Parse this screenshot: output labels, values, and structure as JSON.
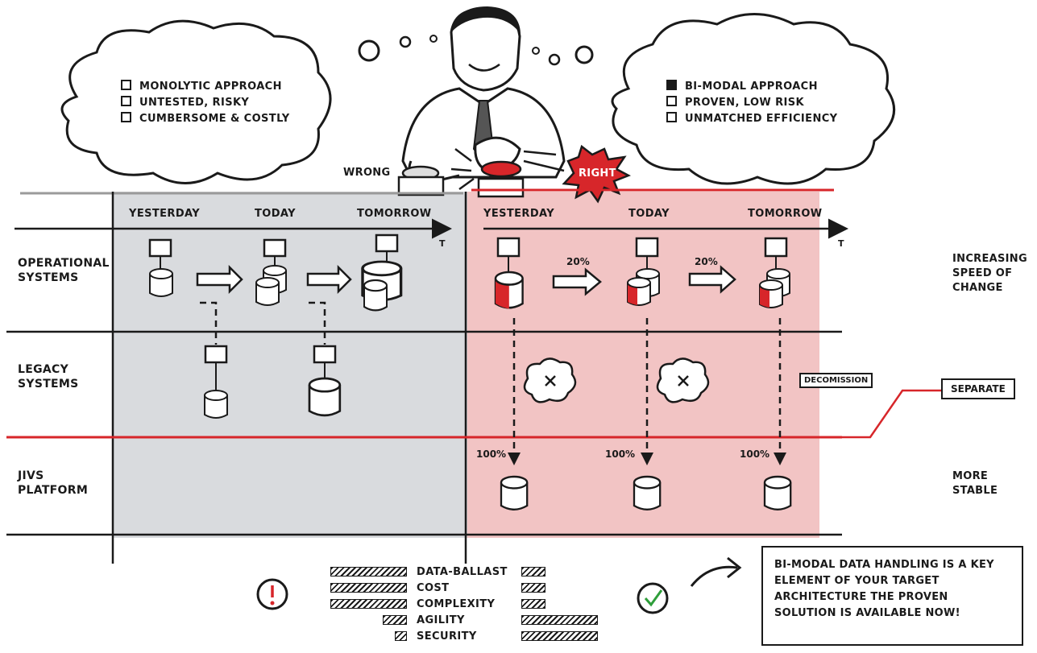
{
  "clouds": {
    "left": {
      "items": [
        {
          "text": "MONOLYTIC APPROACH",
          "filled": false
        },
        {
          "text": "UNTESTED, RISKY",
          "filled": false
        },
        {
          "text": "CUMBERSOME & COSTLY",
          "filled": false
        }
      ]
    },
    "right": {
      "items": [
        {
          "text": "BI-MODAL APPROACH",
          "filled": true
        },
        {
          "text": "PROVEN, LOW RISK",
          "filled": false
        },
        {
          "text": "UNMATCHED EFFICIENCY",
          "filled": false
        }
      ]
    }
  },
  "buttons": {
    "wrong": "WRONG",
    "right": "RIGHT"
  },
  "timeline": {
    "left": [
      "YESTERDAY",
      "TODAY",
      "TOMORROW"
    ],
    "right": [
      "YESTERDAY",
      "TODAY",
      "TOMORROW"
    ],
    "axis": "T"
  },
  "rows": {
    "operational": "OPERATIONAL\nSYSTEMS",
    "legacy": "LEGACY\nSYSTEMS",
    "jivs": "JIVS\nPLATFORM"
  },
  "right_labels": {
    "speed": "INCREASING\nSPEED OF\nCHANGE",
    "stable": "MORE\nSTABLE",
    "separate": "SEPARATE",
    "decommission": "DECOMISSION"
  },
  "percents": {
    "step": "20%",
    "full": "100%"
  },
  "bars": [
    {
      "label": "DATA-BALLAST",
      "left": 0.95,
      "right": 0.3
    },
    {
      "label": "COST",
      "left": 0.95,
      "right": 0.3
    },
    {
      "label": "COMPLEXITY",
      "left": 0.95,
      "right": 0.3
    },
    {
      "label": "AGILITY",
      "left": 0.3,
      "right": 0.95
    },
    {
      "label": "SECURITY",
      "left": 0.15,
      "right": 0.95
    }
  ],
  "note": "BI-MODAL DATA HANDLING IS A KEY ELEMENT OF YOUR TARGET ARCHITECTURE THE PROVEN SOLUTION IS AVAILABLE NOW!",
  "colors": {
    "accent": "#d7262a",
    "panel_left": "#d9dbde",
    "panel_right": "#f2c4c4"
  }
}
